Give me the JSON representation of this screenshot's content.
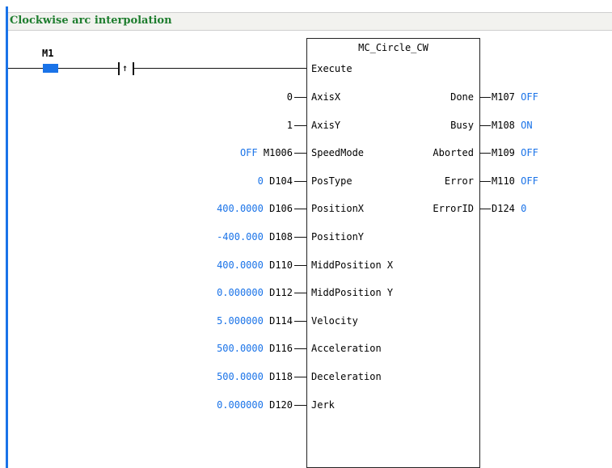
{
  "rung_title": "Clockwise arc interpolation",
  "contact": {
    "label": "M1"
  },
  "block": {
    "name": "MC_Circle_CW",
    "execute_label": "Execute",
    "inputs": [
      {
        "pin": "AxisX",
        "value": "",
        "addr": "0"
      },
      {
        "pin": "AxisY",
        "value": "",
        "addr": "1"
      },
      {
        "pin": "SpeedMode",
        "value": "OFF",
        "addr": "M1006"
      },
      {
        "pin": "PosType",
        "value": "0",
        "addr": "D104"
      },
      {
        "pin": "PositionX",
        "value": "400.0000",
        "addr": "D106"
      },
      {
        "pin": "PositionY",
        "value": "-400.000",
        "addr": "D108"
      },
      {
        "pin": "MiddPosition X",
        "value": "400.0000",
        "addr": "D110"
      },
      {
        "pin": "MiddPosition Y",
        "value": "0.000000",
        "addr": "D112"
      },
      {
        "pin": "Velocity",
        "value": "5.000000",
        "addr": "D114"
      },
      {
        "pin": "Acceleration",
        "value": "500.0000",
        "addr": "D116"
      },
      {
        "pin": "Deceleration",
        "value": "500.0000",
        "addr": "D118"
      },
      {
        "pin": "Jerk",
        "value": "0.000000",
        "addr": "D120"
      }
    ],
    "outputs": [
      {
        "pin": "Done",
        "addr": "M107",
        "value": "OFF"
      },
      {
        "pin": "Busy",
        "addr": "M108",
        "value": "ON"
      },
      {
        "pin": "Aborted",
        "addr": "M109",
        "value": "OFF"
      },
      {
        "pin": "Error",
        "addr": "M110",
        "value": "OFF"
      },
      {
        "pin": "ErrorID",
        "addr": "D124",
        "value": "0"
      }
    ]
  },
  "colors": {
    "accent": "#1a73e8",
    "title_green": "#1e7d2e"
  }
}
